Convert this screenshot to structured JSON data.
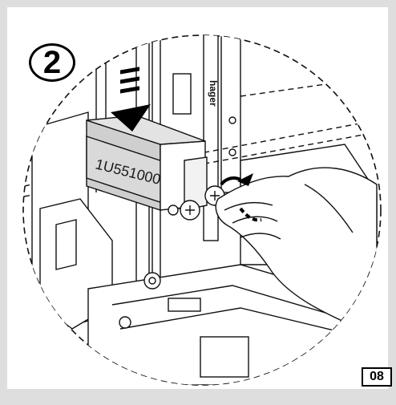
{
  "step_number": "2",
  "part_code": "1U551000",
  "brand_mark": "hager",
  "page_number": "08",
  "colors": {
    "frame": "#dedede",
    "module_fill": "#cfcfcf",
    "line": "#111111"
  },
  "icons": [
    "down-arrow-icon",
    "rotate-arrow-icon"
  ]
}
